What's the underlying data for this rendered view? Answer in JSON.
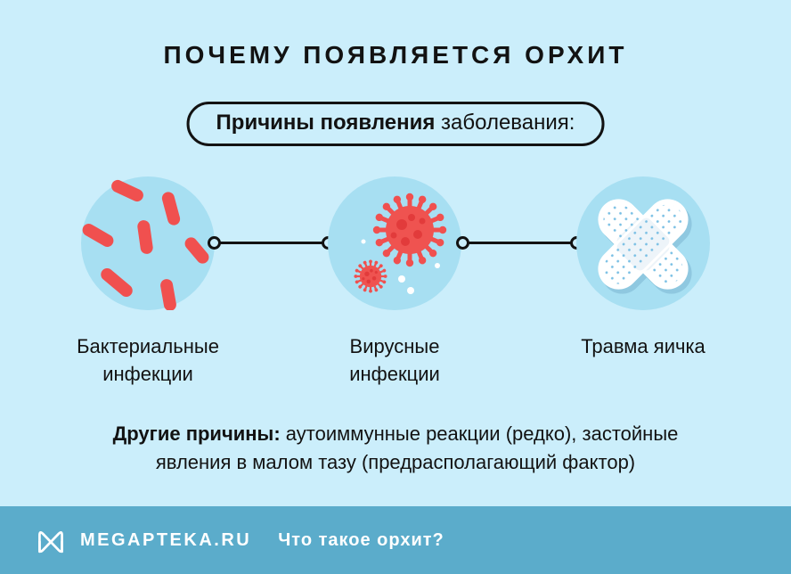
{
  "title": "ПОЧЕМУ ПОЯВЛЯЕТСЯ ОРХИТ",
  "badge": {
    "bold": "Причины появления",
    "rest": " заболевания:"
  },
  "causes": [
    {
      "id": "bacterial-infections",
      "label_line1": "Бактериальные",
      "label_line2": "инфекции",
      "icon": "bacteria-icon"
    },
    {
      "id": "viral-infections",
      "label_line1": "Вирусные",
      "label_line2": "инфекции",
      "icon": "virus-icon"
    },
    {
      "id": "testicle-trauma",
      "label_line1": "Травма яичка",
      "label_line2": "",
      "icon": "bandage-icon"
    }
  ],
  "other_causes": {
    "label": "Другие причины:",
    "line1_rest": " аутоиммунные реакции (редко), застойные",
    "line2": "явления в малом тазу (предрасполагающий фактор)"
  },
  "footer": {
    "brand": "MEGAPTEKA.RU",
    "question": "Что такое орхит?"
  },
  "colors": {
    "background": "#CBEEFB",
    "icon_circle": "#A7DFF2",
    "accent_red": "#F0504F",
    "footer_band": "#5BACCB",
    "text": "#121212",
    "white": "#FFFFFF",
    "bandage_dots": "#79BFE4"
  }
}
